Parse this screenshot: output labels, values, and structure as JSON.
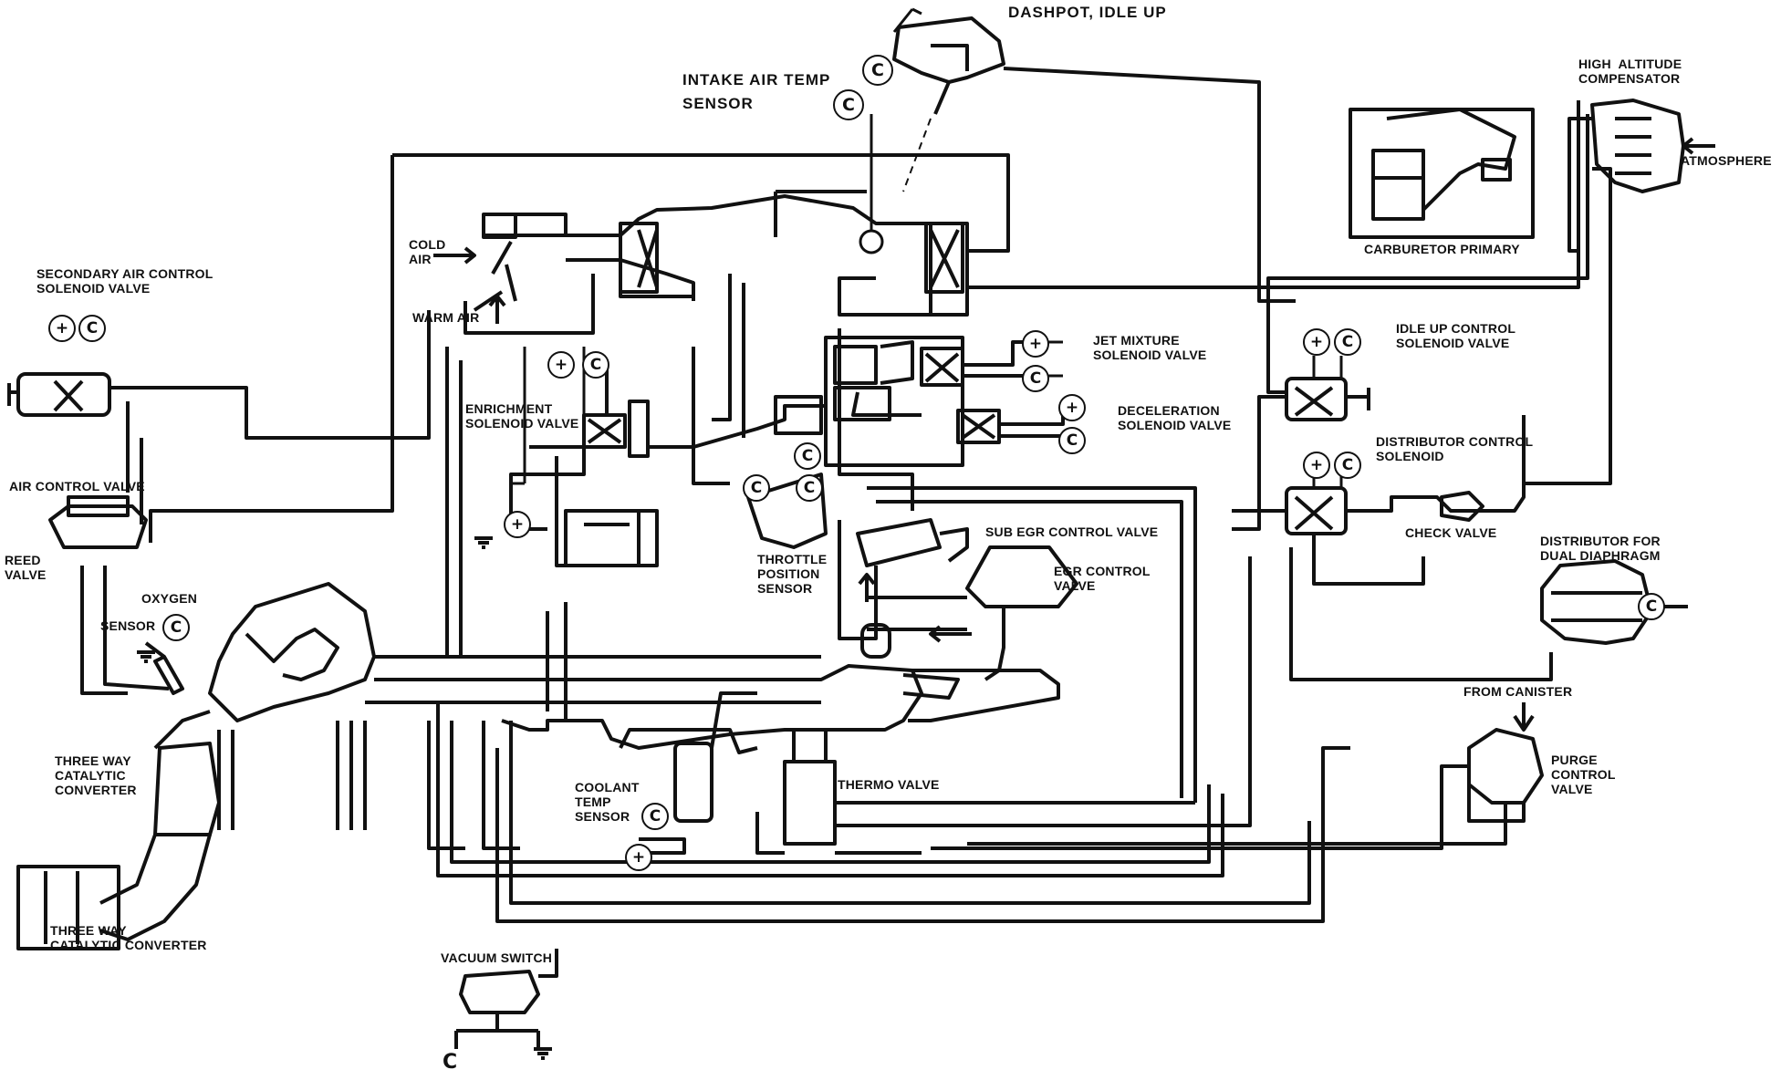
{
  "labels": {
    "dashpot": "DASHPOT, IDLE UP",
    "intake_air_temp": "INTAKE AIR TEMP\nSENSOR",
    "high_altitude": "HIGH  ALTITUDE\nCOMPENSATOR",
    "atmosphere": "ATMOSPHERE",
    "carburetor_primary": "CARBURETOR PRIMARY",
    "cold_air": "COLD\nAIR",
    "warm_air": "WARM AIR",
    "secondary_air": "SECONDARY AIR CONTROL\nSOLENOID VALVE",
    "jet_mixture": "JET MIXTURE\nSOLENOID VALVE",
    "idle_up_control": "IDLE UP CONTROL\nSOLENOID VALVE",
    "enrichment": "ENRICHMENT\nSOLENOID VALVE",
    "deceleration": "DECELERATION\nSOLENOID VALVE",
    "distributor_control": "DISTRIBUTOR CONTROL\nSOLENOID",
    "air_control_valve": "AIR CONTROL VALVE",
    "reed_valve": "REED\nVALVE",
    "check_valve": "CHECK VALVE",
    "sub_egr": "SUB EGR CONTROL VALVE",
    "egr_control": "EGR CONTROL\nVALVE",
    "distributor_dual": "DISTRIBUTOR FOR\nDUAL DIAPHRAGM",
    "throttle_position": "THROTTLE\nPOSITION\nSENSOR",
    "oxygen": "OXYGEN",
    "sensor": "SENSOR",
    "three_way_1": "THREE WAY\nCATALYTIC\nCONVERTER",
    "three_way_2": "THREE WAY\nCATALYTIC CONVERTER",
    "from_canister": "FROM CANISTER",
    "purge_control": "PURGE\nCONTROL\nVALVE",
    "coolant_temp": "COOLANT\nTEMP\nSENSOR",
    "thermo_valve": "THERMO VALVE",
    "vacuum_switch": "VACUUM SWITCH",
    "bottom_c": "C"
  },
  "symbols": {
    "plus": "+",
    "common": "C"
  }
}
